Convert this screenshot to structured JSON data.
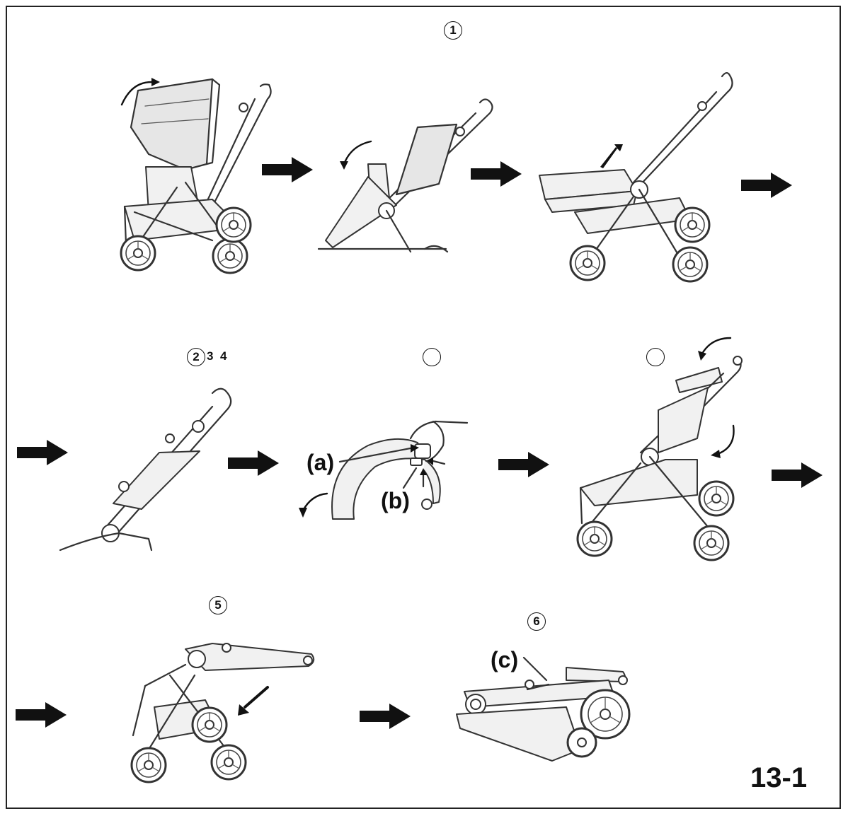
{
  "steps": {
    "step1": "1",
    "step2": "2",
    "step3": "3",
    "step4": "4",
    "step5": "5",
    "step6": "6"
  },
  "callouts": {
    "a": "(a)",
    "b": "(b)",
    "c": "(c)"
  },
  "page_number": "13-1"
}
